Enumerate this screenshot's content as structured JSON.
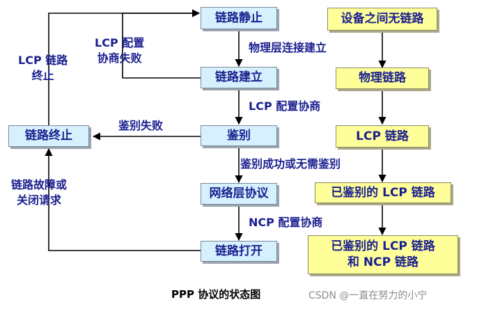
{
  "left_flow": {
    "dead": "链路静止",
    "established": "链路建立",
    "authenticate": "鉴别",
    "network": "网络层协议",
    "open": "链路打开",
    "terminate": "链路终止"
  },
  "right_flow": {
    "no_link": "设备之间无链路",
    "physical": "物理链路",
    "lcp": "LCP 链路",
    "auth_lcp": "已鉴别的 LCP 链路",
    "auth_lcp_ncp_line1": "已鉴别的 LCP 链路",
    "auth_lcp_ncp_line2": "和 NCP 链路"
  },
  "labels": {
    "physical_up": "物理层连接建立",
    "lcp_config": "LCP 配置协商",
    "auth_ok": "鉴别成功或无需鉴别",
    "ncp_config": "NCP 配置协商",
    "auth_fail": "鉴别失败",
    "lcp_fail_line1": "LCP 配置",
    "lcp_fail_line2": "协商失败",
    "lcp_terminate_line1": "LCP 链路",
    "lcp_terminate_line2": "终止",
    "failure_line1": "链路故障或",
    "failure_line2": "关闭请求"
  },
  "caption": "PPP 协议的状态图",
  "watermark": "CSDN @一直在努力的小宁",
  "colors": {
    "box_blue": "#d6f1fd",
    "box_yellow": "#ffff99",
    "text": "#1a1f8f",
    "line": "#000000"
  }
}
